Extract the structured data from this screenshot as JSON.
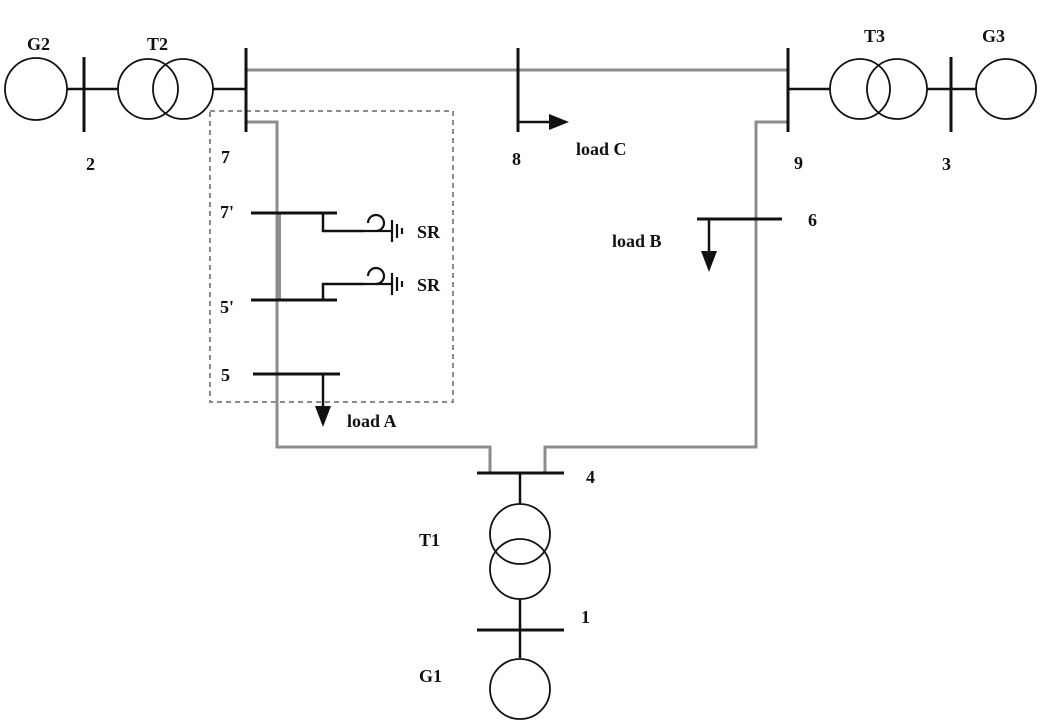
{
  "generators": {
    "g1": "G1",
    "g2": "G2",
    "g3": "G3"
  },
  "transformers": {
    "t1": "T1",
    "t2": "T2",
    "t3": "T3"
  },
  "buses": {
    "b1": "1",
    "b2": "2",
    "b3": "3",
    "b4": "4",
    "b5": "5",
    "b5p": "5'",
    "b6": "6",
    "b7": "7",
    "b7p": "7'",
    "b8": "8",
    "b9": "9"
  },
  "loads": {
    "a": "load A",
    "b": "load B",
    "c": "load C"
  },
  "reactors": {
    "top": "SR",
    "bottom": "SR"
  },
  "colors": {
    "line": "#8c8c8c",
    "ink": "#111111"
  }
}
